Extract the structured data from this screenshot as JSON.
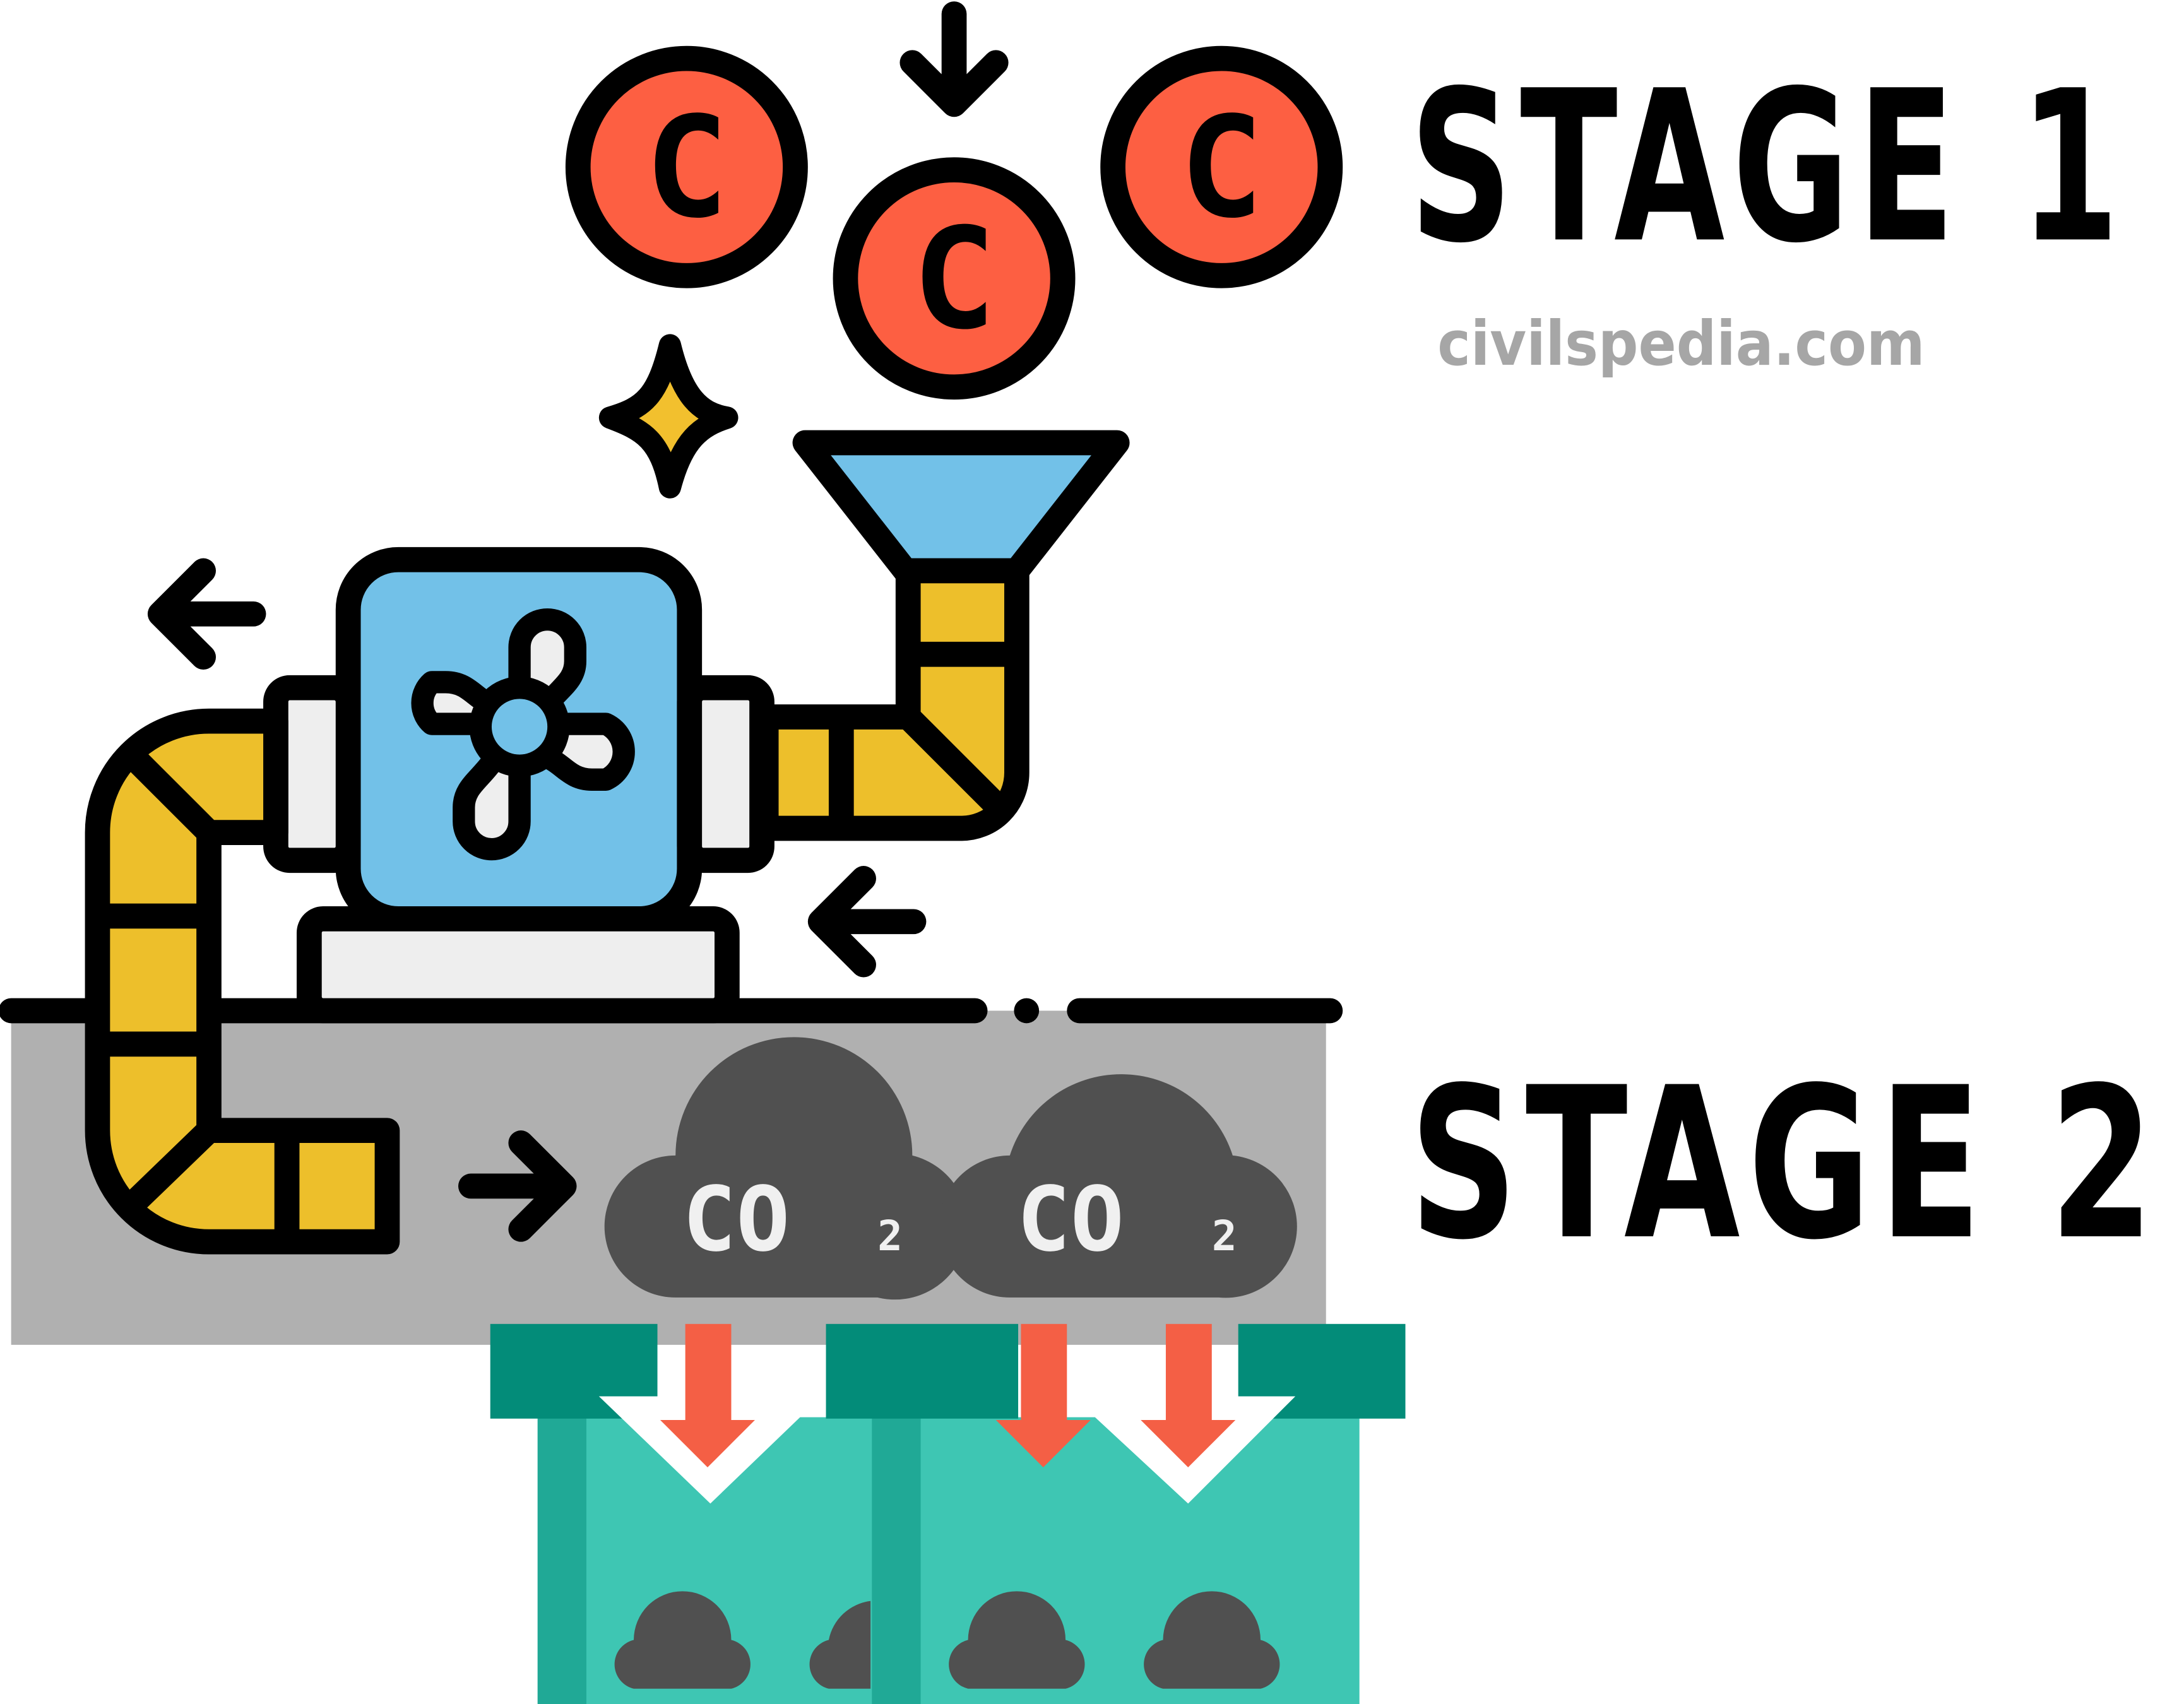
{
  "labels": {
    "stage1": "STAGE 1",
    "stage2": "STAGE 2",
    "watermark": "civilspedia.com"
  },
  "coins": [
    {
      "letter": "C"
    },
    {
      "letter": "C"
    },
    {
      "letter": "C"
    }
  ],
  "clouds": [
    {
      "text": "CO",
      "subscript": "2"
    },
    {
      "text": "CO",
      "subscript": "2"
    }
  ],
  "colors": {
    "coin": "#fd5f42",
    "funnel": "#72c1e8",
    "pipe": "#edbf2b",
    "ground": "#b0b0b0",
    "cloud": "#505050",
    "container": "#3ec6b3",
    "lid": "#038c79",
    "arrow": "#f45f45"
  }
}
